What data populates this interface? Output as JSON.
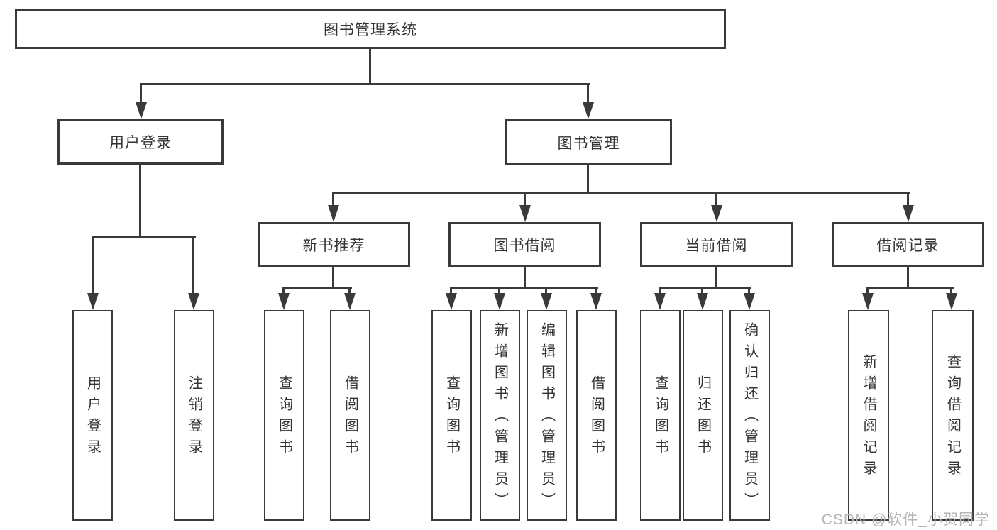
{
  "diagram": {
    "title": "图书管理系统",
    "nodes": {
      "root": "图书管理系统",
      "user_login": "用户登录",
      "book_mgmt": "图书管理",
      "new_book_rec": "新书推荐",
      "book_borrow": "图书借阅",
      "current_borrow": "当前借阅",
      "borrow_record": "借阅记录",
      "leaf_user_login": "用户登录",
      "leaf_logout": "注销登录",
      "leaf_query_book_rec": "查询图书",
      "leaf_borrow_book_rec": "借阅图书",
      "leaf_query_book_borrow": "查询图书",
      "leaf_add_book_admin": "新增图书（管理员）",
      "leaf_edit_book_admin": "编辑图书（管理员）",
      "leaf_borrow_book_borrow": "借阅图书",
      "leaf_query_book_current": "查询图书",
      "leaf_return_book": "归还图书",
      "leaf_confirm_return_admin": "确认归还（管理员）",
      "leaf_add_borrow_record": "新增借阅记录",
      "leaf_query_borrow_record": "查询借阅记录"
    },
    "edges": [
      [
        "图书管理系统",
        "用户登录"
      ],
      [
        "图书管理系统",
        "图书管理"
      ],
      [
        "用户登录",
        "用户登录(叶)"
      ],
      [
        "用户登录",
        "注销登录"
      ],
      [
        "图书管理",
        "新书推荐"
      ],
      [
        "图书管理",
        "图书借阅"
      ],
      [
        "图书管理",
        "当前借阅"
      ],
      [
        "图书管理",
        "借阅记录"
      ],
      [
        "新书推荐",
        "查询图书"
      ],
      [
        "新书推荐",
        "借阅图书"
      ],
      [
        "图书借阅",
        "查询图书"
      ],
      [
        "图书借阅",
        "新增图书（管理员）"
      ],
      [
        "图书借阅",
        "编辑图书（管理员）"
      ],
      [
        "图书借阅",
        "借阅图书"
      ],
      [
        "当前借阅",
        "查询图书"
      ],
      [
        "当前借阅",
        "归还图书"
      ],
      [
        "当前借阅",
        "确认归还（管理员）"
      ],
      [
        "借阅记录",
        "新增借阅记录"
      ],
      [
        "借阅记录",
        "查询借阅记录"
      ]
    ],
    "colors": {
      "line": "#3a3a3a",
      "text": "#333333",
      "watermark": "#b6b6b6",
      "background": "#ffffff"
    }
  },
  "watermark": "CSDN @软件_小贺同学"
}
